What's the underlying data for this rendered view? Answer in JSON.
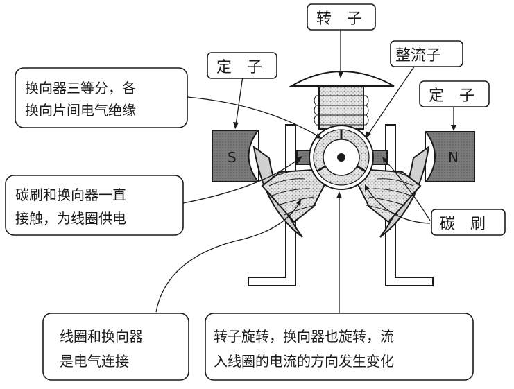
{
  "labels": {
    "rotor": "转　子",
    "commutator": "整流子",
    "stator_left": "定　子",
    "stator_right": "定　子",
    "brush": "碳　刷",
    "pole_s": "S",
    "pole_n": "N"
  },
  "notes": {
    "commutator_segments": [
      "换向器三等分，各",
      "换向片间电气绝缘"
    ],
    "brush_contact": [
      "碳刷和换向器一直",
      "接触，为线圈供电"
    ],
    "coil_connection": [
      "线圈和换向器",
      "是电气连接"
    ],
    "rotation_effect": [
      "转子旋转，换向器也旋转，流",
      "入线圈的电流的方向发生变化"
    ]
  }
}
